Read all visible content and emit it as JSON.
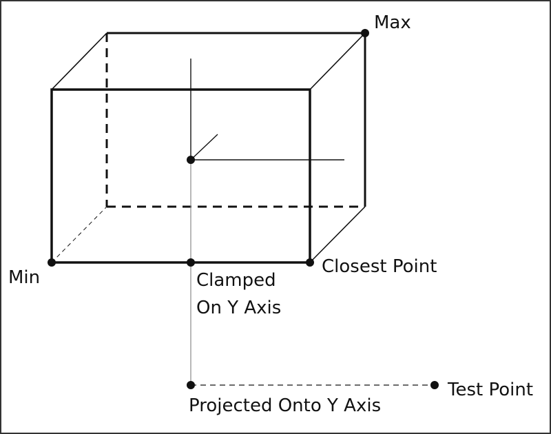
{
  "labels": {
    "max": "Max",
    "min": "Min",
    "closest_point": "Closest Point",
    "clamped_line1": "Clamped",
    "clamped_line2": "On Y Axis",
    "test_point": "Test Point",
    "projected": "Projected Onto Y Axis"
  },
  "colors": {
    "ink": "#111111",
    "frame": "#333333",
    "background": "#ffffff"
  }
}
